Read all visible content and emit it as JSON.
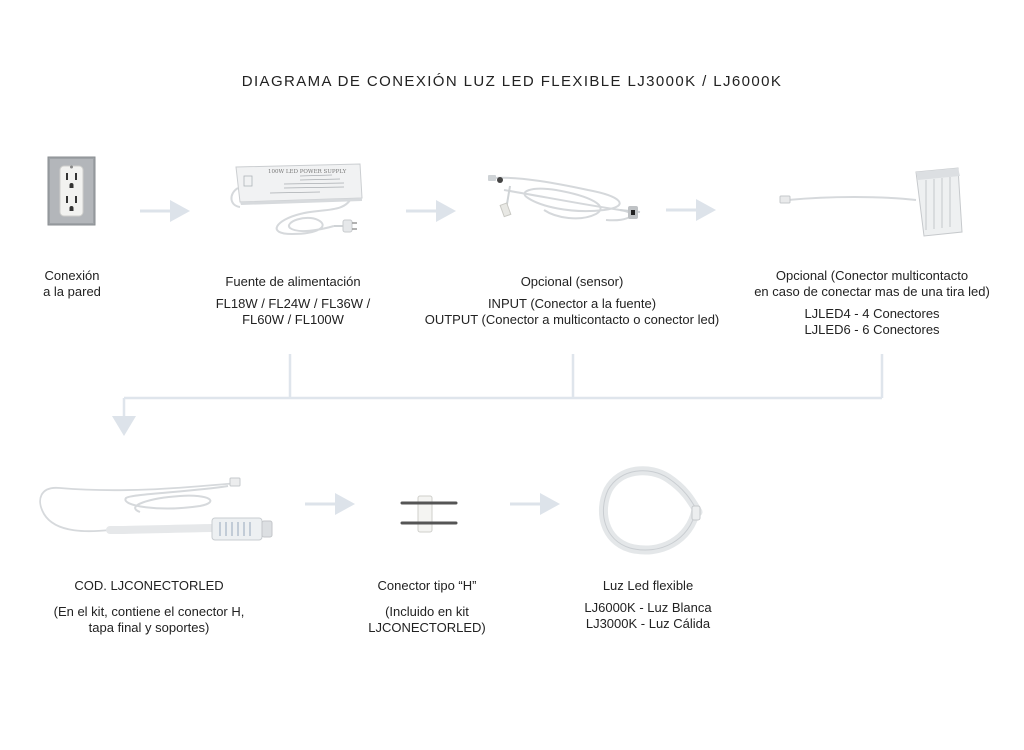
{
  "title": "DIAGRAMA DE CONEXIÓN LUZ LED FLEXIBLE LJ3000K / LJ6000K",
  "colors": {
    "arrow": "#dde3ea",
    "connector_line": "#dfe5ec",
    "cable": "#d6d9dc",
    "text": "#222222"
  },
  "nodes": {
    "wall": {
      "lines": [
        "Conexión",
        "a la pared"
      ]
    },
    "power": {
      "title": "Fuente de alimentación",
      "models": [
        "FL18W / FL24W / FL36W /",
        "FL60W / FL100W"
      ]
    },
    "sensor": {
      "title": "Opcional (sensor)",
      "details": [
        "INPUT (Conector a la fuente)",
        "OUTPUT (Conector a multicontacto o conector led)"
      ]
    },
    "multi": {
      "title": [
        "Opcional (Conector multicontacto",
        "en caso de conectar mas de una tira led)"
      ],
      "models": [
        "LJLED4 - 4 Conectores",
        "LJLED6 - 6 Conectores"
      ]
    },
    "connector_led": {
      "title": "COD. LJCONECTORLED",
      "details": [
        "(En el kit, contiene el conector H,",
        "tapa final y soportes)"
      ]
    },
    "h_connector": {
      "title": "Conector tipo “H”",
      "details": [
        "(Incluido en kit",
        "LJCONECTORLED)"
      ]
    },
    "led_strip": {
      "title": "Luz Led flexible",
      "models": [
        "LJ6000K - Luz Blanca",
        "LJ3000K - Luz Cálida"
      ]
    }
  },
  "psu_label": "100W LED POWER SUPPLY"
}
